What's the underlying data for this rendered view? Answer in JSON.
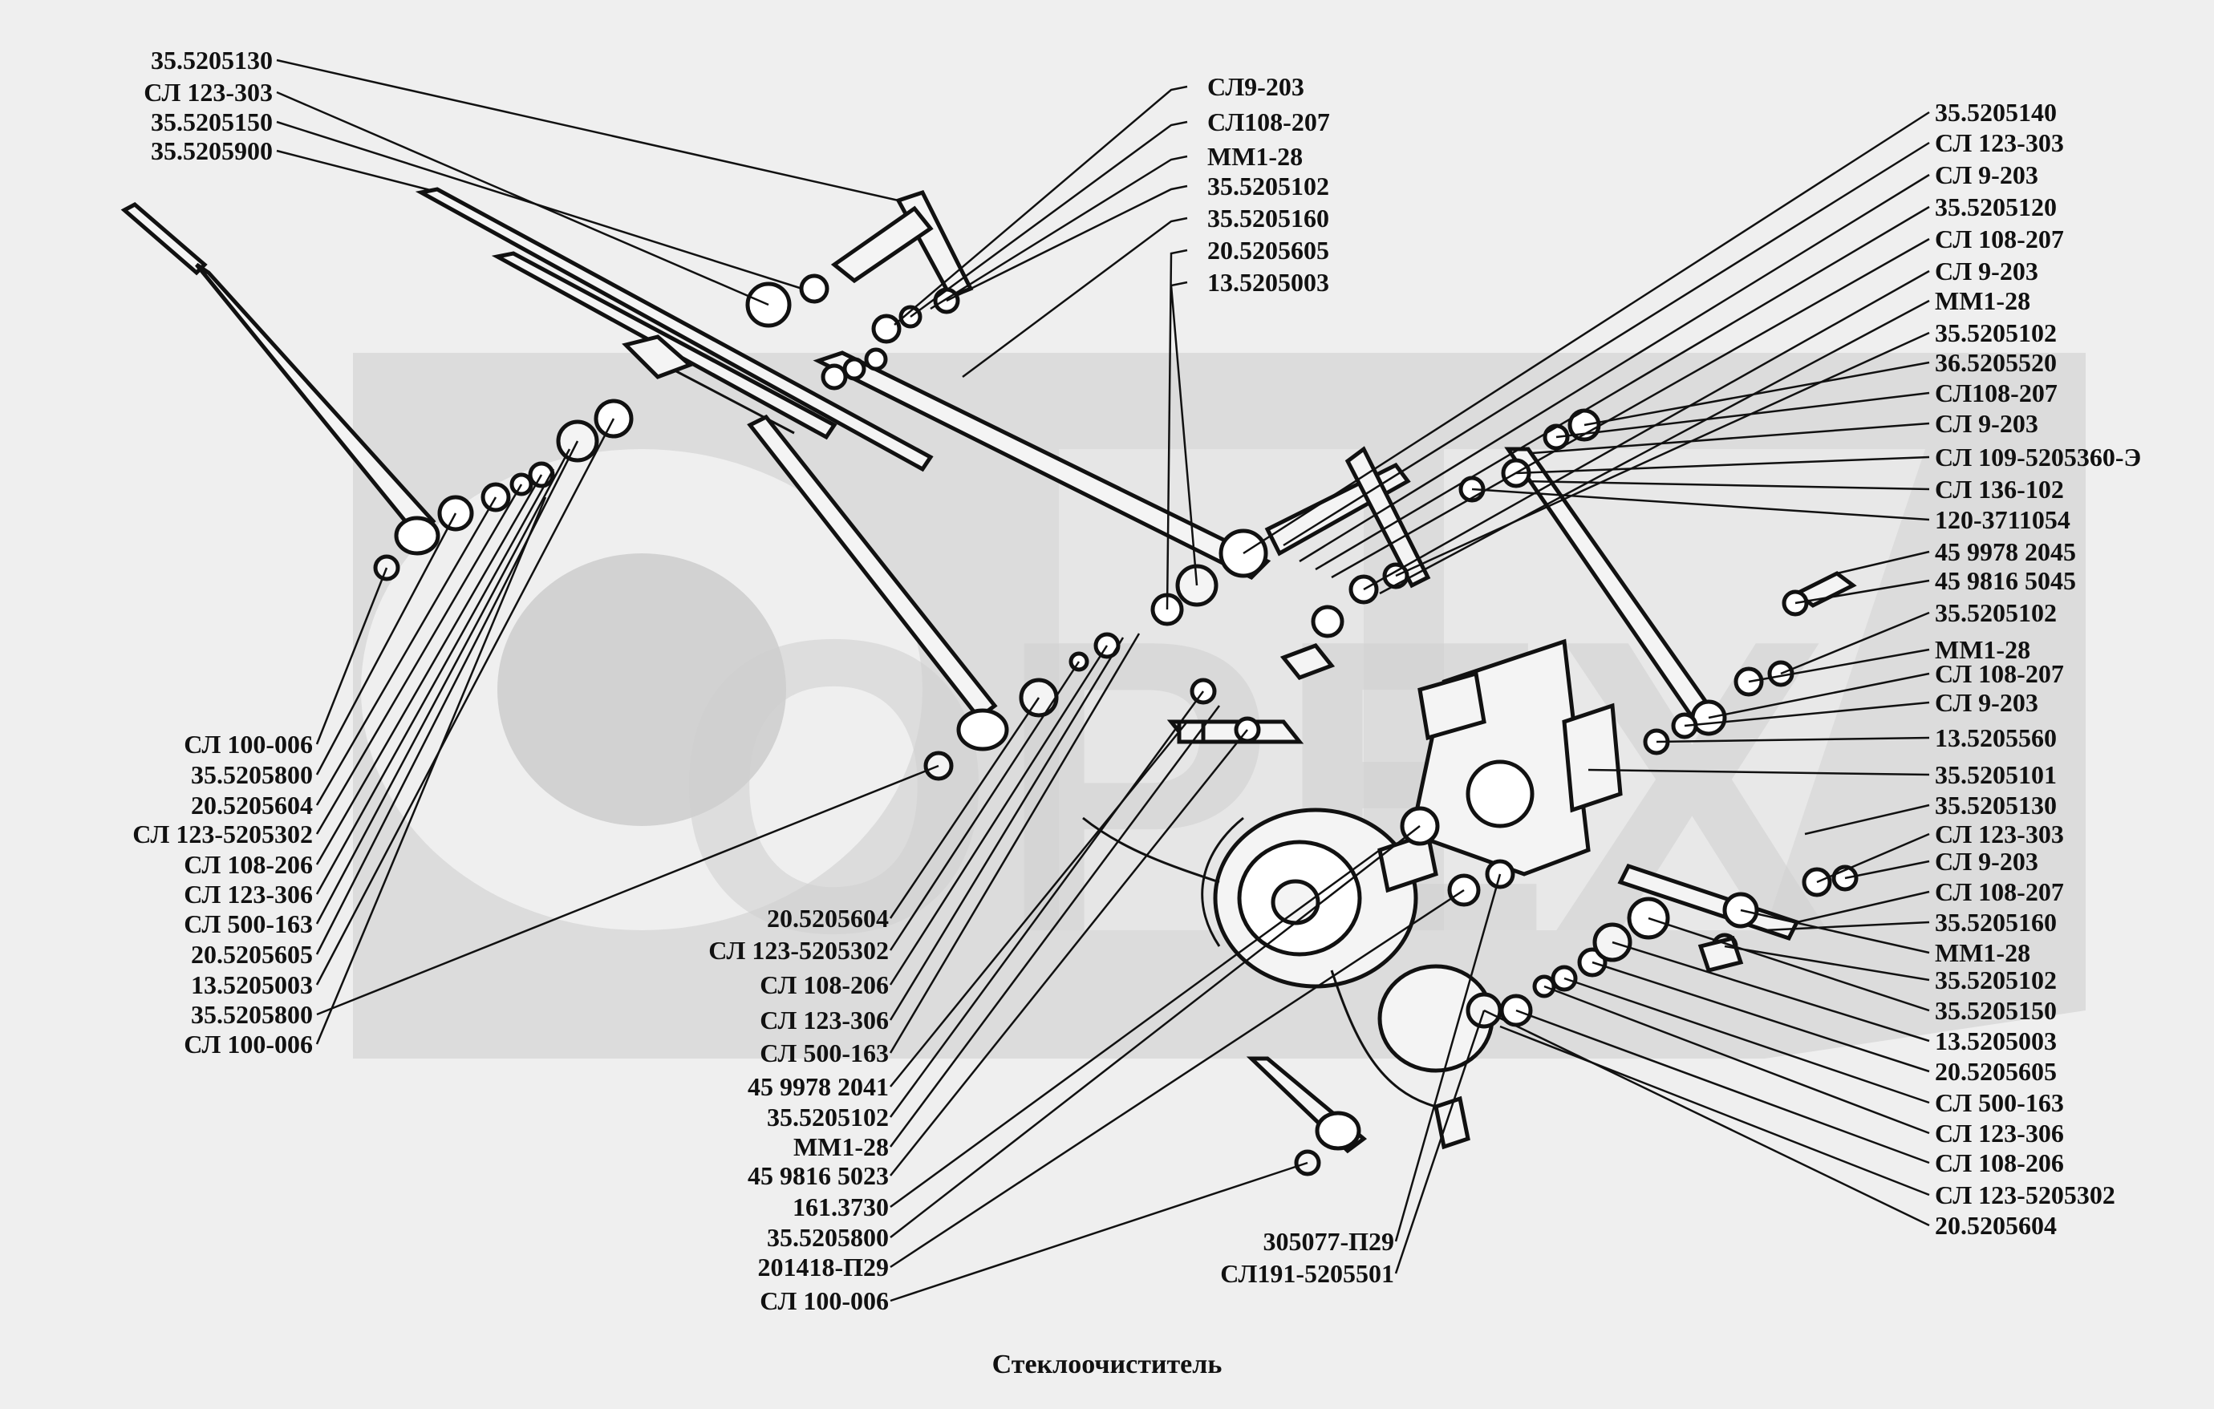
{
  "title": "Стеклоочиститель",
  "watermark": {
    "text": "OPEX",
    "color": "#d4d4d4"
  },
  "colors": {
    "background": "#efefef",
    "ink": "#111111"
  },
  "labels_left_top": [
    "35.5205130",
    "СЛ 123-303",
    "35.5205150",
    "35.5205900"
  ],
  "labels_left_bottom": [
    "СЛ 100-006",
    "35.5205800",
    "20.5205604",
    "СЛ 123-5205302",
    "СЛ 108-206",
    "СЛ 123-306",
    "СЛ 500-163",
    "20.5205605",
    "13.5205003",
    "35.5205800",
    "СЛ 100-006"
  ],
  "labels_center_top": [
    "СЛ9-203",
    "СЛ108-207",
    "ММ1-28",
    "35.5205102",
    "35.5205160",
    "20.5205605",
    "13.5205003"
  ],
  "labels_center_bottom": [
    "20.5205604",
    "СЛ 123-5205302",
    "СЛ 108-206",
    "СЛ 123-306",
    "СЛ 500-163",
    "45 9978 2041",
    "35.5205102",
    "ММ1-28",
    "45 9816 5023",
    "161.3730",
    "35.5205800",
    "201418-П29",
    "СЛ 100-006"
  ],
  "labels_motor": [
    "305077-П29",
    "СЛ191-5205501"
  ],
  "labels_right": [
    "35.5205140",
    "СЛ 123-303",
    "СЛ 9-203",
    "35.5205120",
    "СЛ 108-207",
    "СЛ 9-203",
    "ММ1-28",
    "35.5205102",
    "36.5205520",
    "СЛ108-207",
    "СЛ 9-203",
    "СЛ 109-5205360-Э",
    "СЛ 136-102",
    "120-3711054",
    "45 9978 2045",
    "45 9816 5045",
    "35.5205102",
    "ММ1-28",
    "СЛ 108-207",
    "СЛ 9-203",
    "13.5205560",
    "35.5205101",
    "35.5205130",
    "СЛ 123-303",
    "СЛ 9-203",
    "СЛ 108-207",
    "35.5205160",
    "ММ1-28",
    "35.5205102",
    "35.5205150",
    "13.5205003",
    "20.5205605",
    "СЛ 500-163",
    "СЛ 123-306",
    "СЛ 108-206",
    "СЛ 123-5205302",
    "20.5205604"
  ]
}
